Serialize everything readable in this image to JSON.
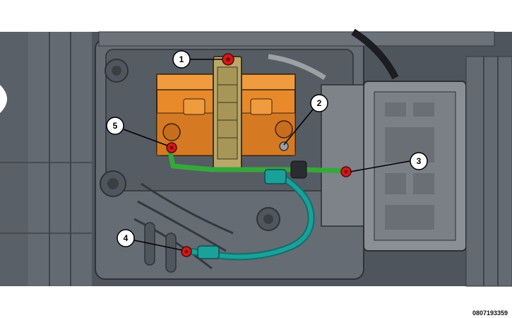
{
  "figure_id": "0807193359",
  "callouts": [
    {
      "label": "1"
    },
    {
      "label": "2"
    },
    {
      "label": "3"
    },
    {
      "label": "4"
    },
    {
      "label": "5"
    }
  ],
  "colors": {
    "battery": "#e8892a",
    "battery_dark": "#b8651a",
    "bracket": "#b9a86a",
    "cable": "#1aa19a",
    "cable_dark": "#0f6f6a",
    "terminal": "#d11a1a",
    "ground_strap": "#35a83a",
    "background_frame": "#5b6168",
    "fuse_box": "#8a8f96"
  }
}
